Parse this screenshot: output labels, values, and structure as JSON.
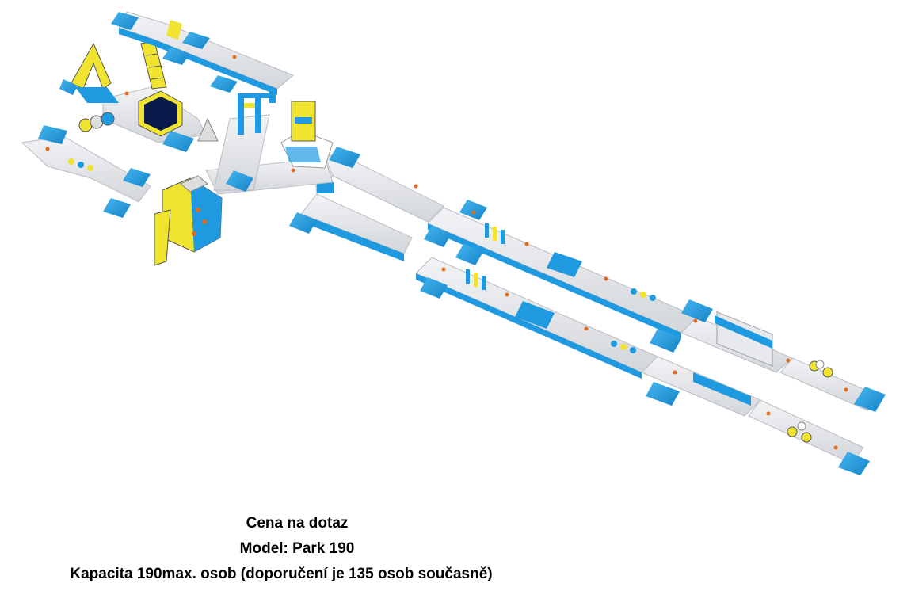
{
  "illustration": {
    "kind": "isometric inflatable water park layout",
    "colors": {
      "walkway": "#e7e9ec",
      "walkway_edge": "#b9bdc3",
      "panel_blue": "#1f9ae0",
      "accent_yellow": "#f0e430",
      "trampoline_dark": "#0a1a4a",
      "figure_orange": "#e46a1e"
    }
  },
  "caption": {
    "price": "Cena na dotaz",
    "model": "Model: Park 190",
    "capacity": "Kapacita 190max. osob (doporučení  je 135 osob současně)"
  }
}
